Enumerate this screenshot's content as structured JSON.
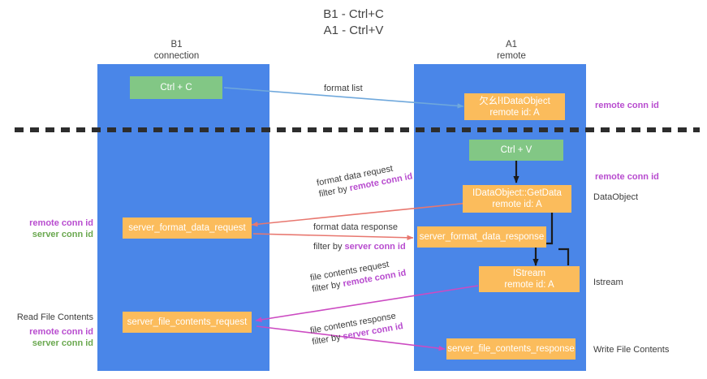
{
  "title": {
    "line1": "B1 - Ctrl+C",
    "line2": "A1 - Ctrl+V"
  },
  "colors": {
    "lane": "#4a86e8",
    "node_green": "#82c785",
    "node_orange": "#fbbc5c",
    "accent_purple": "#b84ccf",
    "accent_green": "#6aa84f",
    "arrow_blue": "#6fa8dc",
    "arrow_red": "#e8776f",
    "arrow_magenta": "#cc4bc2",
    "divider": "#2d2d2d"
  },
  "columns": [
    {
      "name": "B1",
      "role": "connection"
    },
    {
      "name": "A1",
      "role": "remote"
    }
  ],
  "nodes": {
    "ctrl_c": {
      "label": "Ctrl + C"
    },
    "idataobject": {
      "line1": "⽋⼳ŀIDataObject",
      "line2": "remote id: A"
    },
    "ctrl_v": {
      "label": "Ctrl + V"
    },
    "getdata": {
      "line1": "IDataObject::GetData",
      "line2": "remote id: A"
    },
    "server_format_data_request": {
      "label": "server_format_data_request"
    },
    "server_format_data_response": {
      "label": "server_format_data_response"
    },
    "istream": {
      "line1": "IStream",
      "line2": "remote id: A"
    },
    "server_file_contents_request": {
      "label": "server_file_contents_request"
    },
    "server_file_contents_response": {
      "label": "server_file_contents_response"
    }
  },
  "edges": {
    "format_list": {
      "label": "format list"
    },
    "format_data_request": {
      "line1": "format data request",
      "filter_prefix": "filter by ",
      "filter_key": "remote conn id"
    },
    "format_data_response": {
      "line1": "format data response",
      "filter_prefix": "filter by ",
      "filter_key": "server conn id"
    },
    "file_contents_request": {
      "line1": "file contents request",
      "filter_prefix": "filter by ",
      "filter_key": "remote conn id"
    },
    "file_contents_response": {
      "line1": "file contents response",
      "filter_prefix": "filter by ",
      "filter_key": "server conn id"
    }
  },
  "annotations": {
    "right_remote_conn_id_top": "remote conn id",
    "right_remote_conn_id_mid": "remote conn id",
    "right_dataobject": "DataObject",
    "right_istream": "Istream",
    "right_write_file_contents": "Write File Contents",
    "left_conn_pair_top": {
      "remote": "remote conn id",
      "server": "server conn id"
    },
    "left_read_file_contents": "Read File Contents",
    "left_conn_pair_bottom": {
      "remote": "remote conn id",
      "server": "server conn id"
    }
  }
}
